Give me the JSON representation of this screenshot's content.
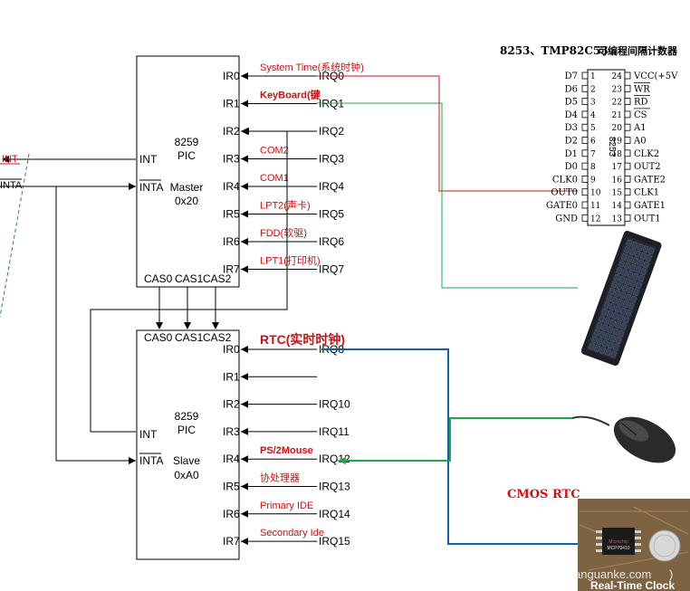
{
  "colors": {
    "line": "#000000",
    "red": "#d01010",
    "green": "#19a84a",
    "blue": "#1060b0",
    "dashed_green": "#2a8a3a"
  },
  "master": {
    "chip": "8259",
    "type": "PIC",
    "role": "Master",
    "addr": "0x20",
    "pin_int": "INT",
    "pin_inta": "INTA",
    "cas": [
      "CAS0",
      "CAS1",
      "CAS2"
    ],
    "ir": [
      "IR0",
      "IR1",
      "IR2",
      "IR3",
      "IR4",
      "IR5",
      "IR6",
      "IR7"
    ],
    "irq": [
      "IRQ0",
      "IRQ1",
      "IRQ2",
      "IRQ3",
      "IRQ4",
      "IRQ5",
      "IRQ6",
      "IRQ7"
    ],
    "devices": [
      "System Time(系统时钟)",
      "KeyBoard(键",
      "",
      "COM2",
      "COM1",
      "LPT2(声卡)",
      "FDD(软驱)",
      "LPT1(打印机)"
    ]
  },
  "slave": {
    "chip": "8259",
    "type": "PIC",
    "role": "Slave",
    "addr": "0xA0",
    "pin_int": "INT",
    "pin_inta": "INTA",
    "cas": [
      "CAS0",
      "CAS1",
      "CAS2"
    ],
    "ir": [
      "IR0",
      "IR1",
      "IR2",
      "IR3",
      "IR4",
      "IR5",
      "IR6",
      "IR7"
    ],
    "irq": [
      "IRQ8",
      "",
      "IRQ10",
      "IRQ11",
      "IRQ12",
      "IRQ13",
      "IRQ14",
      "IRQ15"
    ],
    "devices": [
      "RTC(实时时钟)",
      "",
      "",
      "",
      "PS/2Mouse",
      "协处理器",
      "Primary IDE",
      "Secondary Ide"
    ]
  },
  "cpu_side": {
    "int": "INT",
    "inta": "INTA"
  },
  "timer_chip": {
    "title": "8253、TMP82C53",
    "subtitle": "可编程间隔计数器",
    "center_label": "8253",
    "left_pins": [
      {
        "name": "D7",
        "num": "1"
      },
      {
        "name": "D6",
        "num": "2"
      },
      {
        "name": "D5",
        "num": "3"
      },
      {
        "name": "D4",
        "num": "4"
      },
      {
        "name": "D3",
        "num": "5"
      },
      {
        "name": "D2",
        "num": "6"
      },
      {
        "name": "D1",
        "num": "7"
      },
      {
        "name": "D0",
        "num": "8"
      },
      {
        "name": "CLK0",
        "num": "9"
      },
      {
        "name": "OUT0",
        "num": "10"
      },
      {
        "name": "GATE0",
        "num": "11"
      },
      {
        "name": "GND",
        "num": "12"
      }
    ],
    "right_pins": [
      {
        "name": "VCC(+5V",
        "num": "24"
      },
      {
        "name": "WR",
        "num": "23"
      },
      {
        "name": "RD",
        "num": "22"
      },
      {
        "name": "CS",
        "num": "21"
      },
      {
        "name": "A1",
        "num": "20"
      },
      {
        "name": "A0",
        "num": "19"
      },
      {
        "name": "CLK2",
        "num": "18"
      },
      {
        "name": "OUT2",
        "num": "17"
      },
      {
        "name": "GATE2",
        "num": "16"
      },
      {
        "name": "CLK1",
        "num": "15"
      },
      {
        "name": "GATE1",
        "num": "14"
      },
      {
        "name": "OUT1",
        "num": "13"
      }
    ]
  },
  "cmos_label": "CMOS RTC",
  "rtc_photo": {
    "watermark": "anguanke.com",
    "caption": "Real-Time Clock",
    "chip_brand": "Microchip",
    "chip_part": "MCP79410"
  }
}
